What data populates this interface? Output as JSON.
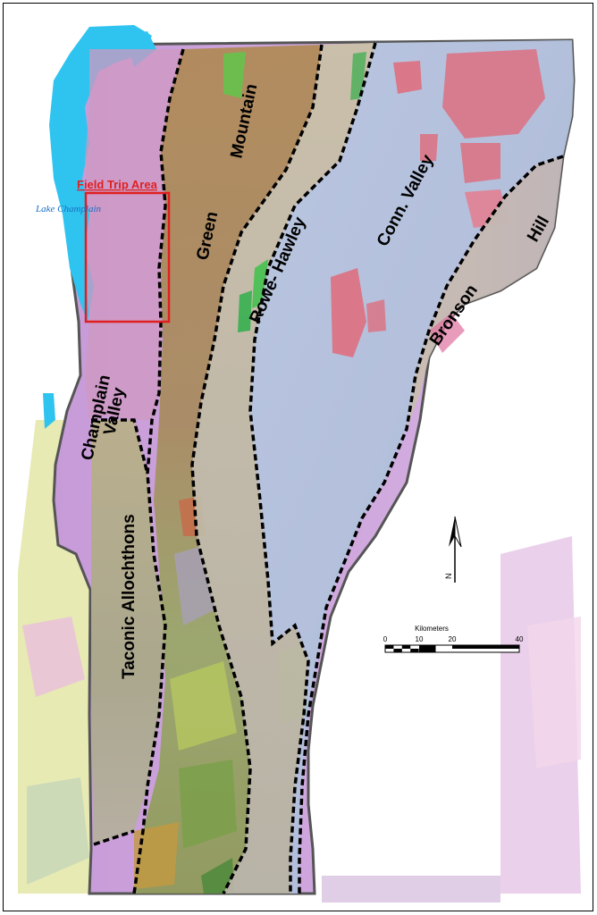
{
  "map": {
    "regions": {
      "green_mountain_1": "Green",
      "green_mountain_2": "Mountain",
      "rowe_hawley": "Rowe- Hawley",
      "conn_valley": "Conn. Valley",
      "bronson": "Bronson",
      "hill": "Hill",
      "champlain_1": "Champlain",
      "champlain_2": "Valley",
      "taconic": "Taconic Allochthons"
    },
    "field_trip_label": "Field Trip Area",
    "lake_label": "Lake Champlain",
    "north_label": "N",
    "scale": {
      "title": "Kilometers",
      "ticks": [
        "0",
        "10",
        "20",
        "40"
      ]
    },
    "colors": {
      "field_trip_box": "#e02020",
      "lake": "#2fc4f0",
      "lake_text": "#1a6fc2",
      "boundary": "#000000"
    }
  }
}
